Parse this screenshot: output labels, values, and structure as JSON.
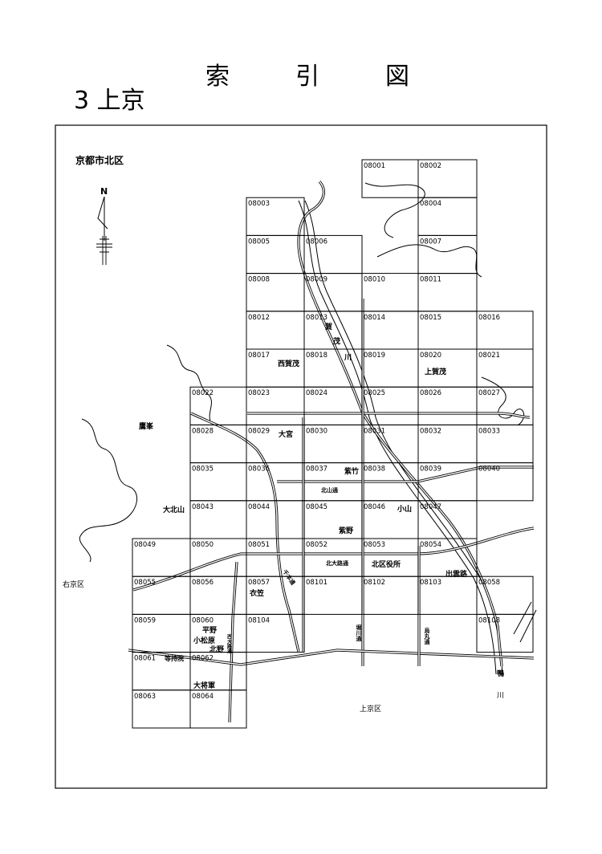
{
  "header": {
    "title_chars": [
      "索",
      "引",
      "図"
    ],
    "subtitle": "3 上京"
  },
  "map": {
    "ward_label": "京都市北区",
    "north_label": "N",
    "cells": [
      {
        "id": "08001",
        "col": 6,
        "row": 0
      },
      {
        "id": "08002",
        "col": 7,
        "row": 0
      },
      {
        "id": "08003",
        "col": 2,
        "row": 1
      },
      {
        "id": "08004",
        "col": 7,
        "row": 1
      },
      {
        "id": "08005",
        "col": 2,
        "row": 2
      },
      {
        "id": "08006",
        "col": 3,
        "row": 2
      },
      {
        "id": "08007",
        "col": 7,
        "row": 2
      },
      {
        "id": "08008",
        "col": 2,
        "row": 3
      },
      {
        "id": "08009",
        "col": 3,
        "row": 3
      },
      {
        "id": "08010",
        "col": 6,
        "row": 3
      },
      {
        "id": "08011",
        "col": 7,
        "row": 3
      },
      {
        "id": "08012",
        "col": 2,
        "row": 4
      },
      {
        "id": "08013",
        "col": 3,
        "row": 4
      },
      {
        "id": "08014",
        "col": 6,
        "row": 4
      },
      {
        "id": "08015",
        "col": 7,
        "row": 4
      },
      {
        "id": "08016",
        "col": 8,
        "row": 4
      },
      {
        "id": "08017",
        "col": 2,
        "row": 5
      },
      {
        "id": "08018",
        "col": 3,
        "row": 5
      },
      {
        "id": "08019",
        "col": 6,
        "row": 5
      },
      {
        "id": "08020",
        "col": 7,
        "row": 5
      },
      {
        "id": "08021",
        "col": 8,
        "row": 5
      },
      {
        "id": "08022",
        "col": 1,
        "row": 6
      },
      {
        "id": "08023",
        "col": 2,
        "row": 6
      },
      {
        "id": "08024",
        "col": 3,
        "row": 6
      },
      {
        "id": "08025",
        "col": 6,
        "row": 6
      },
      {
        "id": "08026",
        "col": 7,
        "row": 6
      },
      {
        "id": "08027",
        "col": 8,
        "row": 6
      },
      {
        "id": "08028",
        "col": 1,
        "row": 7
      },
      {
        "id": "08029",
        "col": 2,
        "row": 7
      },
      {
        "id": "08030",
        "col": 3,
        "row": 7
      },
      {
        "id": "08031",
        "col": 6,
        "row": 7
      },
      {
        "id": "08032",
        "col": 7,
        "row": 7
      },
      {
        "id": "08033",
        "col": 8,
        "row": 7
      },
      {
        "id": "08035",
        "col": 1,
        "row": 8
      },
      {
        "id": "08036",
        "col": 2,
        "row": 8
      },
      {
        "id": "08037",
        "col": 3,
        "row": 8
      },
      {
        "id": "08038",
        "col": 6,
        "row": 8
      },
      {
        "id": "08039",
        "col": 7,
        "row": 8
      },
      {
        "id": "08040",
        "col": 8,
        "row": 8
      },
      {
        "id": "08043",
        "col": 1,
        "row": 9
      },
      {
        "id": "08044",
        "col": 2,
        "row": 9
      },
      {
        "id": "08045",
        "col": 3,
        "row": 9
      },
      {
        "id": "08046",
        "col": 6,
        "row": 9
      },
      {
        "id": "08047",
        "col": 7,
        "row": 9
      },
      {
        "id": "08049",
        "col": 0,
        "row": 10
      },
      {
        "id": "08050",
        "col": 1,
        "row": 10
      },
      {
        "id": "08051",
        "col": 2,
        "row": 10
      },
      {
        "id": "08052",
        "col": 3,
        "row": 10
      },
      {
        "id": "08053",
        "col": 6,
        "row": 10
      },
      {
        "id": "08054",
        "col": 7,
        "row": 10
      },
      {
        "id": "08055",
        "col": 0,
        "row": 11
      },
      {
        "id": "08056",
        "col": 1,
        "row": 11
      },
      {
        "id": "08057",
        "col": 2,
        "row": 11
      },
      {
        "id": "08101",
        "col": 3,
        "row": 11
      },
      {
        "id": "08102",
        "col": 6,
        "row": 11
      },
      {
        "id": "08103",
        "col": 7,
        "row": 11
      },
      {
        "id": "08058",
        "col": 8,
        "row": 11
      },
      {
        "id": "08059",
        "col": 0,
        "row": 12
      },
      {
        "id": "08060",
        "col": 1,
        "row": 12
      },
      {
        "id": "08104",
        "col": 2,
        "row": 12
      },
      {
        "id": "08108",
        "col": 8,
        "row": 12
      },
      {
        "id": "08061",
        "col": 0,
        "row": 13
      },
      {
        "id": "08062",
        "col": 1,
        "row": 13
      },
      {
        "id": "08063",
        "col": 0,
        "row": 14
      },
      {
        "id": "08064",
        "col": 1,
        "row": 14
      }
    ],
    "places": [
      {
        "text": "西賀茂",
        "key": "nishigamo"
      },
      {
        "text": "上賀茂",
        "key": "kamigamo"
      },
      {
        "text": "鷹峯",
        "key": "takagamine"
      },
      {
        "text": "大宮",
        "key": "omiya"
      },
      {
        "text": "紫竹",
        "key": "shichiku"
      },
      {
        "text": "北山通",
        "key": "kitayama-dori"
      },
      {
        "text": "大北山",
        "key": "okitayama"
      },
      {
        "text": "紫野",
        "key": "murasakino"
      },
      {
        "text": "小山",
        "key": "koyama"
      },
      {
        "text": "北大路通",
        "key": "kitaoji-dori"
      },
      {
        "text": "北区役所",
        "key": "ward-office"
      },
      {
        "text": "出雲路",
        "key": "izumoji"
      },
      {
        "text": "右京区",
        "key": "ukyo-ward"
      },
      {
        "text": "衣笠",
        "key": "kinugasa"
      },
      {
        "text": "平野",
        "key": "hirano"
      },
      {
        "text": "小松原",
        "key": "komatsubara"
      },
      {
        "text": "北野",
        "key": "kitano"
      },
      {
        "text": "等持院",
        "key": "tojiin"
      },
      {
        "text": "大将軍",
        "key": "taishogun"
      },
      {
        "text": "上京区",
        "key": "kamigyo-ward"
      },
      {
        "text": "賀",
        "key": "kamo-ka"
      },
      {
        "text": "茂",
        "key": "kamo-mo"
      },
      {
        "text": "川",
        "key": "kamo-kawa"
      },
      {
        "text": "千本通",
        "key": "senbon-dori"
      },
      {
        "text": "堀川通",
        "key": "horikawa-dori"
      },
      {
        "text": "烏丸通",
        "key": "karasuma-dori"
      },
      {
        "text": "西大路通",
        "key": "nishioji-dori"
      },
      {
        "text": "鴨",
        "key": "kamo2-ka"
      },
      {
        "text": "川",
        "key": "kamo2-kawa"
      }
    ]
  }
}
